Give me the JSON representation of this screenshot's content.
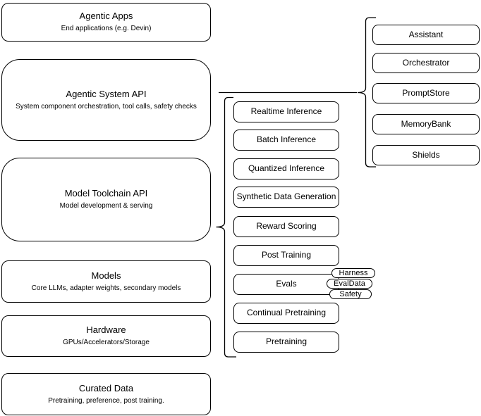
{
  "left_stack": [
    {
      "title": "Agentic Apps",
      "subtitle": "End applications (e.g. Devin)"
    },
    {
      "title": "Agentic System API",
      "subtitle": "System component orchestration, tool calls, safety checks"
    },
    {
      "title": "Model Toolchain API",
      "subtitle": "Model development & serving"
    },
    {
      "title": "Models",
      "subtitle": "Core LLMs, adapter weights, secondary models"
    },
    {
      "title": "Hardware",
      "subtitle": "GPUs/Accelerators/Storage"
    },
    {
      "title": "Curated Data",
      "subtitle": "Pretraining, preference, post training."
    }
  ],
  "toolchain_items": [
    "Realtime Inference",
    "Batch Inference",
    "Quantized Inference",
    "Synthetic Data Generation",
    "Reward Scoring",
    "Post Training",
    "Evals",
    "Continual Pretraining",
    "Pretraining"
  ],
  "eval_tags": [
    "Harness",
    "EvalData",
    "Safety"
  ],
  "system_components": [
    "Assistant",
    "Orchestrator",
    "PromptStore",
    "MemoryBank",
    "Shields"
  ],
  "colors": {
    "stroke": "#000000",
    "fill": "#ffffff",
    "background": "#ffffff"
  }
}
